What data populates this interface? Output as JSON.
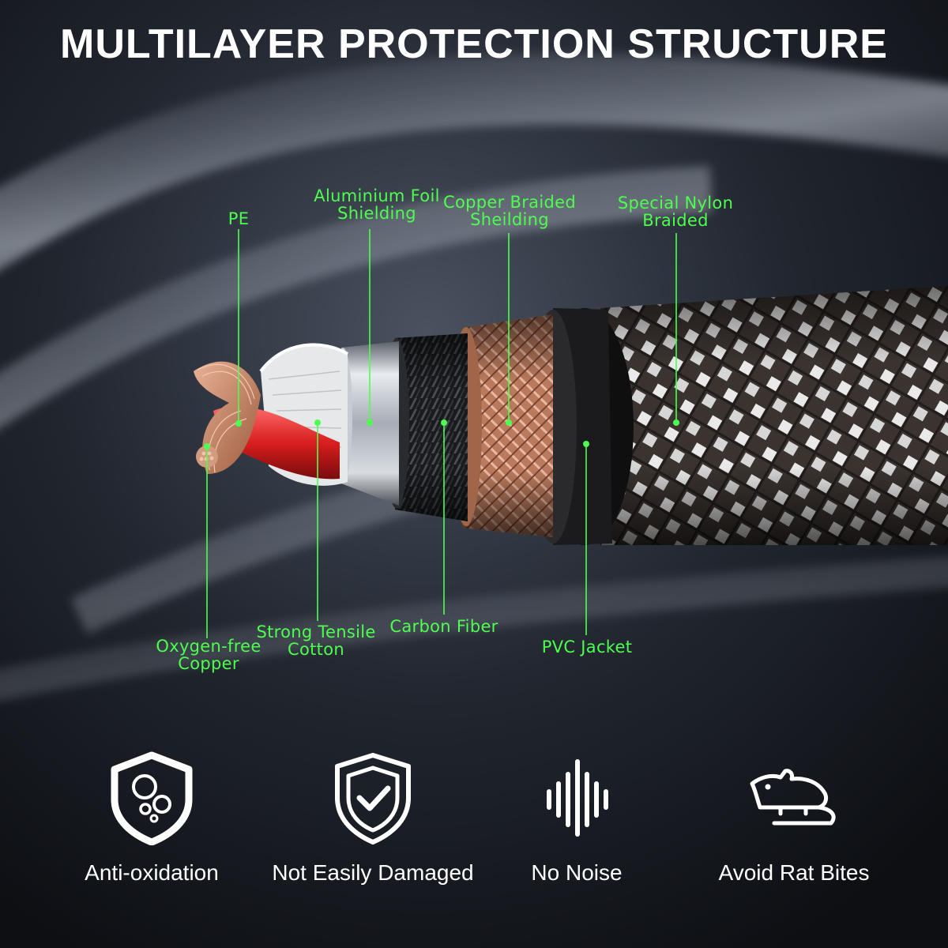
{
  "title": "MULTILAYER PROTECTION STRUCTURE",
  "colors": {
    "accent_green": "#4dff4f",
    "background": "#14171d",
    "text": "#ffffff"
  },
  "layer_labels": {
    "pe": "PE",
    "aluminium_foil": "Aluminium Foil\nShielding",
    "copper_braided": "Copper Braided\nSheilding",
    "nylon_braided": "Special Nylon\nBraided",
    "oxygen_free_copper": "Oxygen-free\nCopper",
    "strong_tensile_cotton": "Strong Tensile\nCotton",
    "carbon_fiber": "Carbon Fiber",
    "pvc_jacket": "PVC Jacket"
  },
  "features": [
    {
      "label": "Anti-oxidation",
      "icon": "shield-bubbles-icon"
    },
    {
      "label": "Not Easily Damaged",
      "icon": "shield-check-icon"
    },
    {
      "label": "No Noise",
      "icon": "sound-wave-icon"
    },
    {
      "label": "Avoid Rat Bites",
      "icon": "rat-icon"
    }
  ]
}
